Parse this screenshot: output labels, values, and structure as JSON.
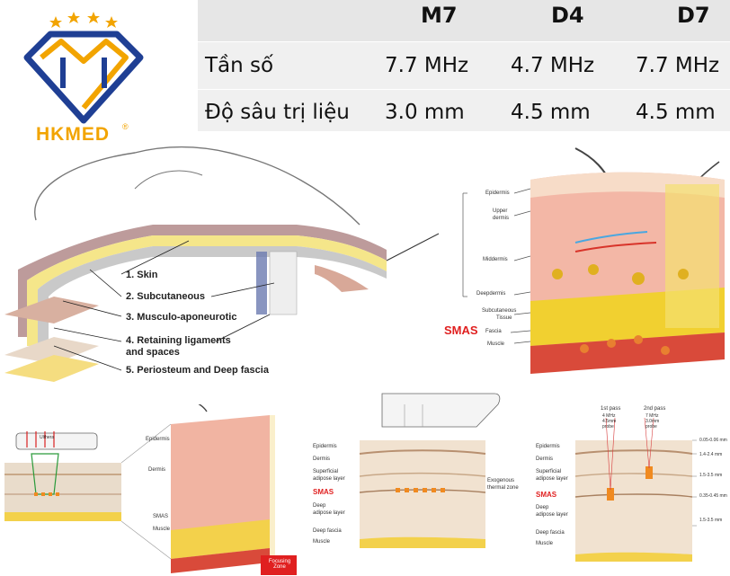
{
  "logo": {
    "text": "HKMED",
    "registered": "®",
    "colors": {
      "gold": "#f2a400",
      "blue": "#1f3f94"
    }
  },
  "spec_table": {
    "headers": [
      "M7",
      "D4",
      "D7"
    ],
    "rows": [
      {
        "label": "Tần số",
        "values": [
          "7.7 MHz",
          "4.7 MHz",
          "7.7 MHz"
        ]
      },
      {
        "label": "Độ sâu trị liệu",
        "values": [
          "3.0 mm",
          "4.5 mm",
          "4.5 mm"
        ]
      }
    ],
    "colors": {
      "header_band": "#e6e6e6",
      "row_band": "#f0f0f0"
    }
  },
  "face_diagram": {
    "labels": [
      "1. Skin",
      "2. Subcutaneous",
      "3. Musculo-aponeurotic",
      "4. Retaining ligaments",
      "and spaces",
      "5. Periosteum and Deep fascia"
    ]
  },
  "skin_block": {
    "layers": [
      "Epidermis",
      "Upper",
      "dermis",
      "Middermis",
      "Deepdermis",
      "Subcutaneous",
      "Tissue",
      "Fascia",
      "Muscle"
    ],
    "smas": "SMAS"
  },
  "bottom_panels": {
    "p1": {
      "device": "Ulthera",
      "layers": [
        "Epidermis",
        "Dermis",
        "SMAS",
        "Muscle"
      ],
      "zone": "Focusing Zone"
    },
    "p2": {
      "layers": [
        "Epidermis",
        "Dermis",
        "Superficial",
        "adipose layer",
        "SMAS",
        "Deep",
        "adipose layer",
        "Deep fascia",
        "Muscle"
      ],
      "note": [
        "Exogenous",
        "thermal zone"
      ]
    },
    "p3": {
      "passes": [
        "1st pass",
        "2nd pass"
      ],
      "params": [
        "4 MHz",
        "4.5mm",
        "probe"
      ],
      "params2": [
        "7 MHz",
        "3.0mm",
        "probe"
      ],
      "layers": [
        "Epidermis",
        "Dermis",
        "Superficial",
        "adipose layer",
        "SMAS",
        "Deep",
        "adipose layer",
        "Deep fascia",
        "Muscle"
      ],
      "depths": [
        "0.05-0.06 mm",
        "1.4-2.4 mm",
        "1.5-3.5 mm",
        "0.35-0.45 mm",
        "1.5-3.5 mm"
      ]
    }
  }
}
